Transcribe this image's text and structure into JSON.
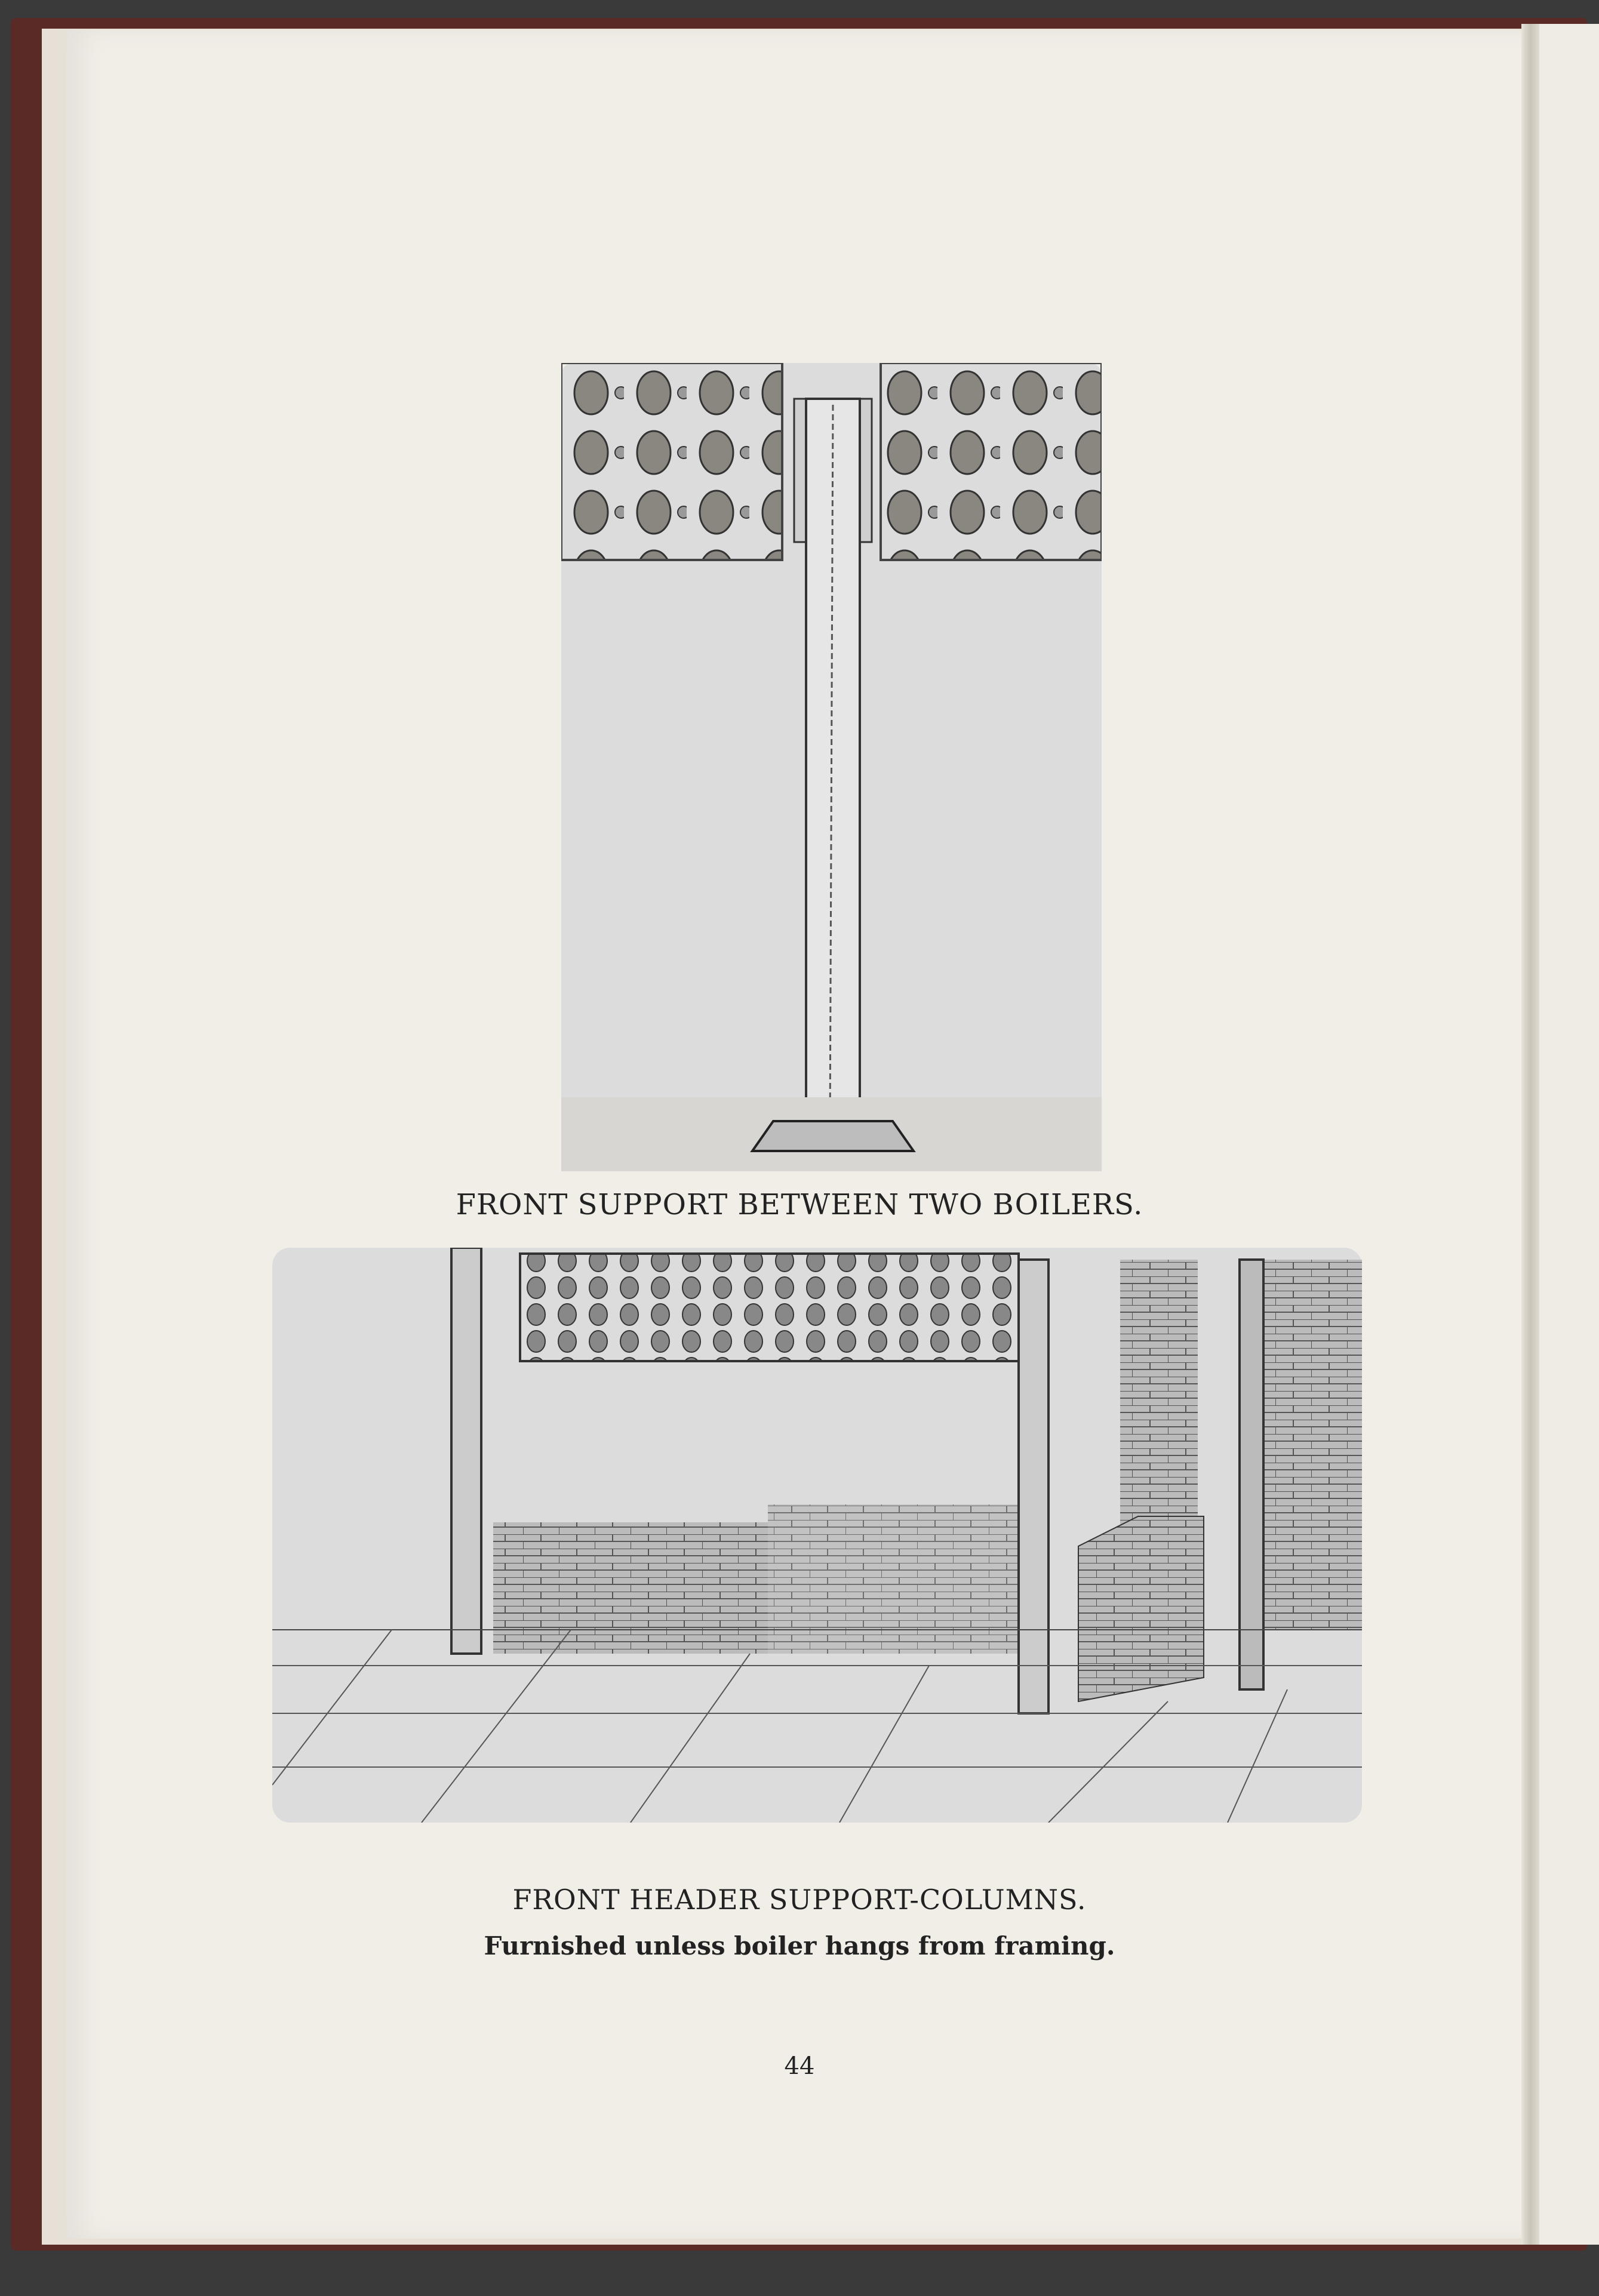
{
  "figures": [
    {
      "caption": "FRONT SUPPORT BETWEEN TWO BOILERS."
    },
    {
      "caption": "FRONT HEADER SUPPORT-COLUMNS.",
      "subcaption": "Furnished unless boiler hangs from framing."
    }
  ],
  "page_number": "44"
}
